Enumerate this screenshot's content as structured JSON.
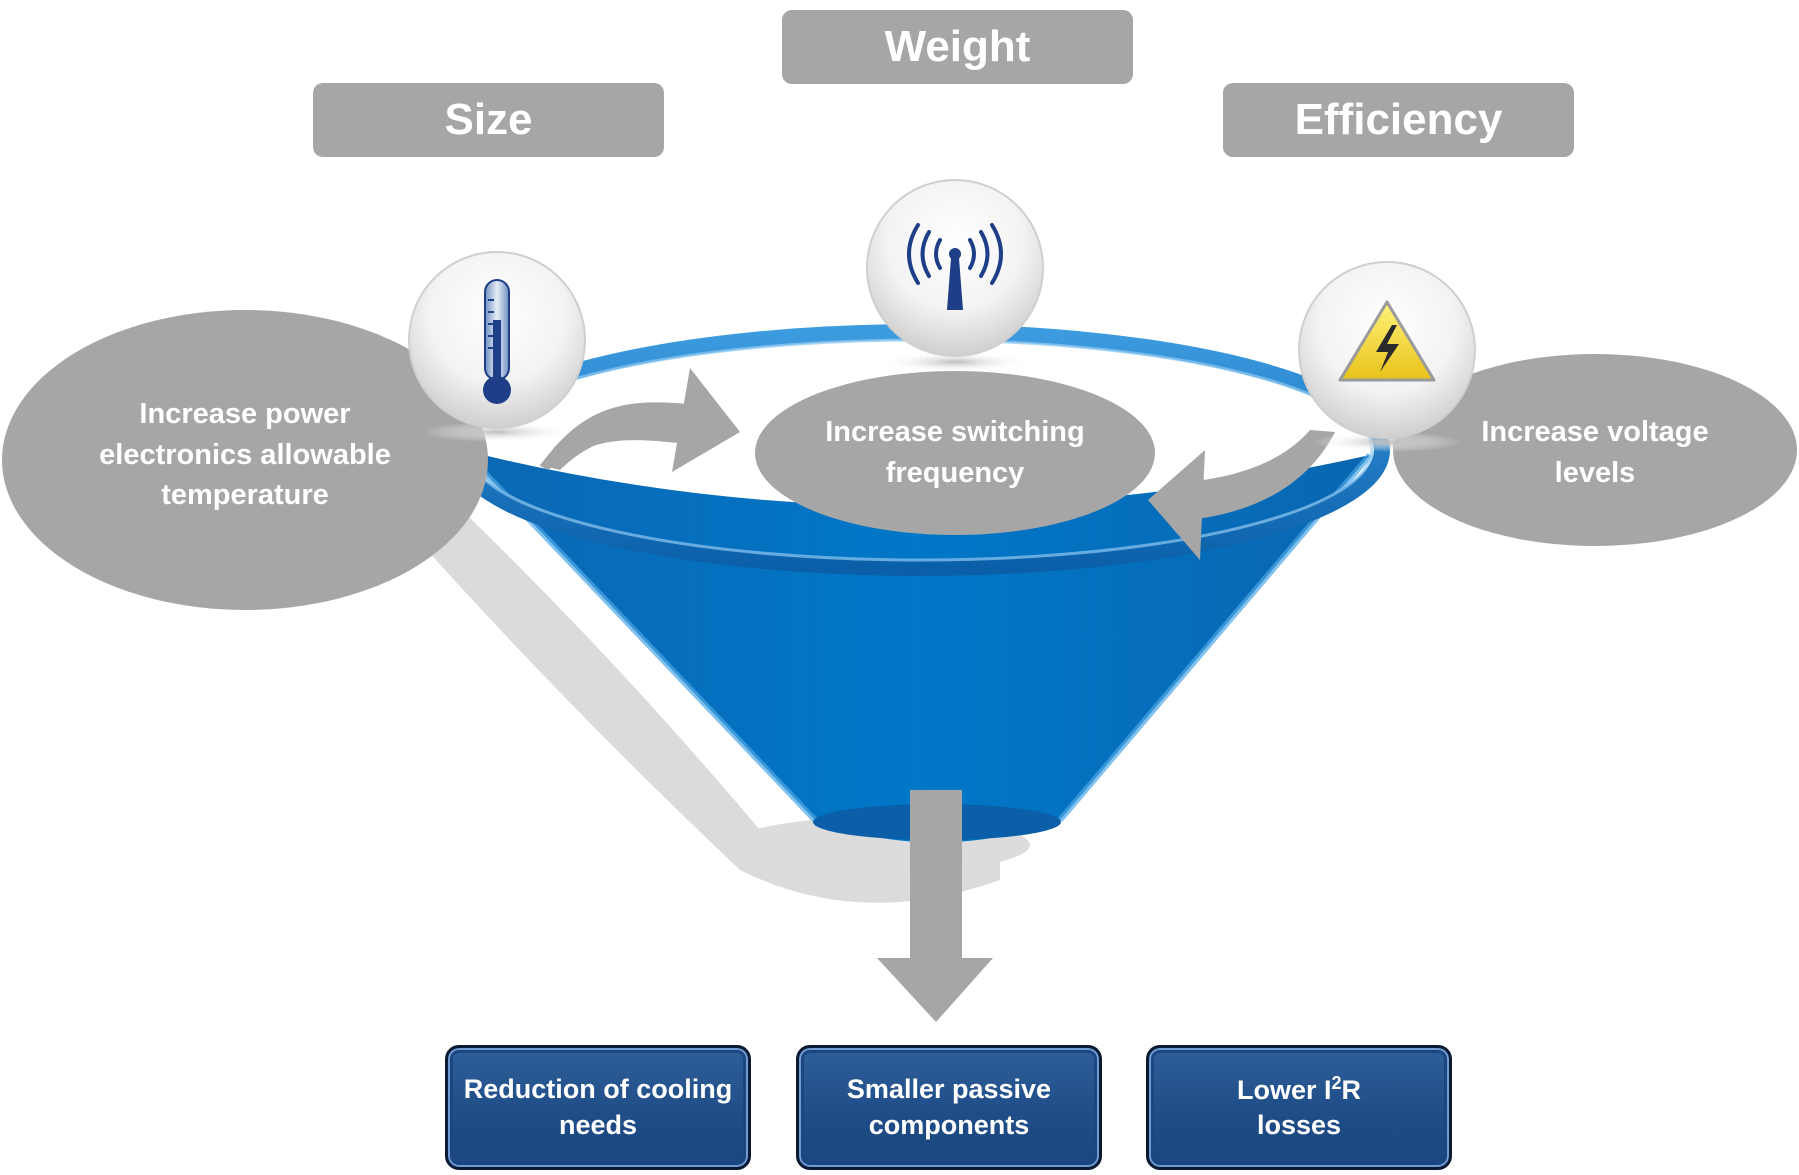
{
  "headers": {
    "weight": "Weight",
    "size": "Size",
    "efficiency": "Efficiency"
  },
  "ovals": {
    "temperature": "Increase power electronics allowable temperature",
    "switching": "Increase switching frequency",
    "voltage": "Increase voltage levels"
  },
  "icons": {
    "temperature": "thermometer-icon",
    "switching": "antenna-signal-icon",
    "voltage": "high-voltage-warning-icon"
  },
  "outcomes": {
    "cooling": "Reduction of cooling needs",
    "passive": "Smaller passive components",
    "losses_prefix": "Lower I",
    "losses_sup": "2",
    "losses_suffix": "R losses"
  },
  "colors": {
    "funnel": "#0070c0",
    "gray": "#a6a6a6",
    "outcome_box": "#1f4d87"
  }
}
